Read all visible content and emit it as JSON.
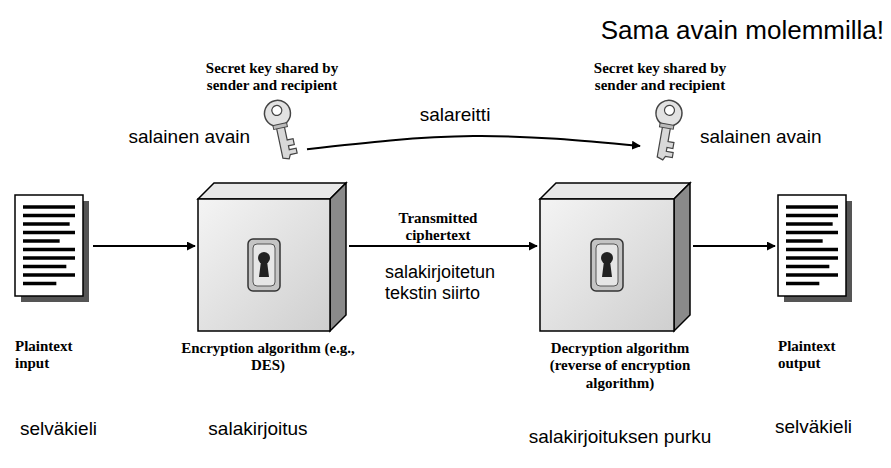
{
  "diagram": {
    "nodes": [
      {
        "text": [
          "Secret key shared by sender and recipient",
          "salainen avain"
        ]
      },
      {
        "text": [
          "Secret key shared by sender and recipient",
          "salainen avain"
        ]
      },
      {
        "text": [
          "Plaintext input",
          "selväkieli"
        ]
      },
      {
        "text": [
          "Encryption algorithm (e.g., DES)",
          "salakirjoitus"
        ]
      },
      {
        "text": [
          "Decryption algorithm (reverse of encryption algorithm)",
          "salakirjoituksen purku"
        ]
      },
      {
        "text": [
          "Plaintext output",
          "selväkieli"
        ]
      }
    ],
    "edges": [
      {
        "from": 0,
        "to": 1,
        "label": "salareitti",
        "arrow": "to"
      },
      {
        "from": 2,
        "to": 3,
        "arrow": "to"
      },
      {
        "from": 3,
        "to": 4,
        "label": "Transmitted ciphertext",
        "arrow": "to"
      },
      {
        "from": 4,
        "to": 5,
        "arrow": "to"
      }
    ],
    "labels": [
      "Sama avain molemmilla!",
      "salakirjoitetun tekstin siirto"
    ]
  }
}
